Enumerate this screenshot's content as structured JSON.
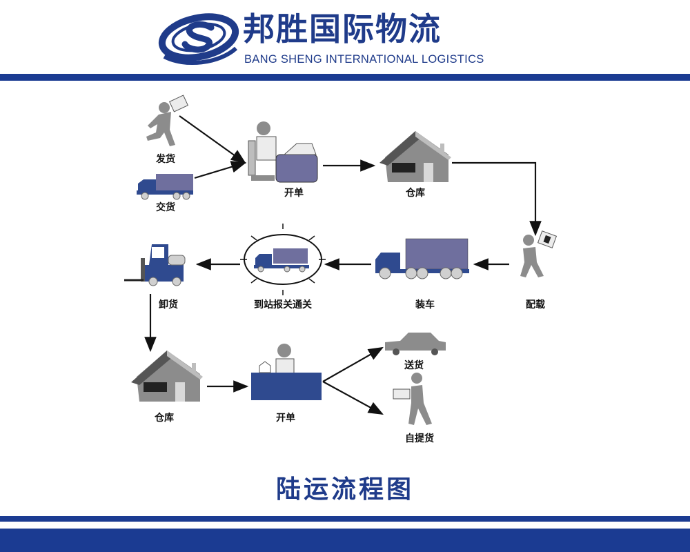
{
  "header": {
    "company_cn": "邦胜国际物流",
    "company_en": "BANG SHENG INTERNATIONAL  LOGISTICS",
    "brand_color": "#1f3b8a"
  },
  "diagram": {
    "nodes": {
      "ship_goods": "发货",
      "deliver_goods": "交货",
      "issue_order_1": "开单",
      "warehouse_1": "仓库",
      "stowage": "配载",
      "loading": "装车",
      "arrival_customs": "到站报关通关",
      "unloading": "卸货",
      "warehouse_2": "仓库",
      "issue_order_2": "开单",
      "delivery": "送货",
      "self_pickup": "自提货"
    },
    "icon_names": [
      "running-person-icon",
      "truck-icon",
      "desk-worker-icon",
      "warehouse-icon",
      "carrying-person-icon",
      "semi-truck-icon",
      "highlighted-truck-icon",
      "forklift-icon",
      "counter-clerk-icon",
      "car-icon",
      "walking-person-icon"
    ],
    "accent_color": "#6f6f9e",
    "dark_accent": "#2f4a8f"
  },
  "footer": {
    "title": "陆运流程图"
  }
}
